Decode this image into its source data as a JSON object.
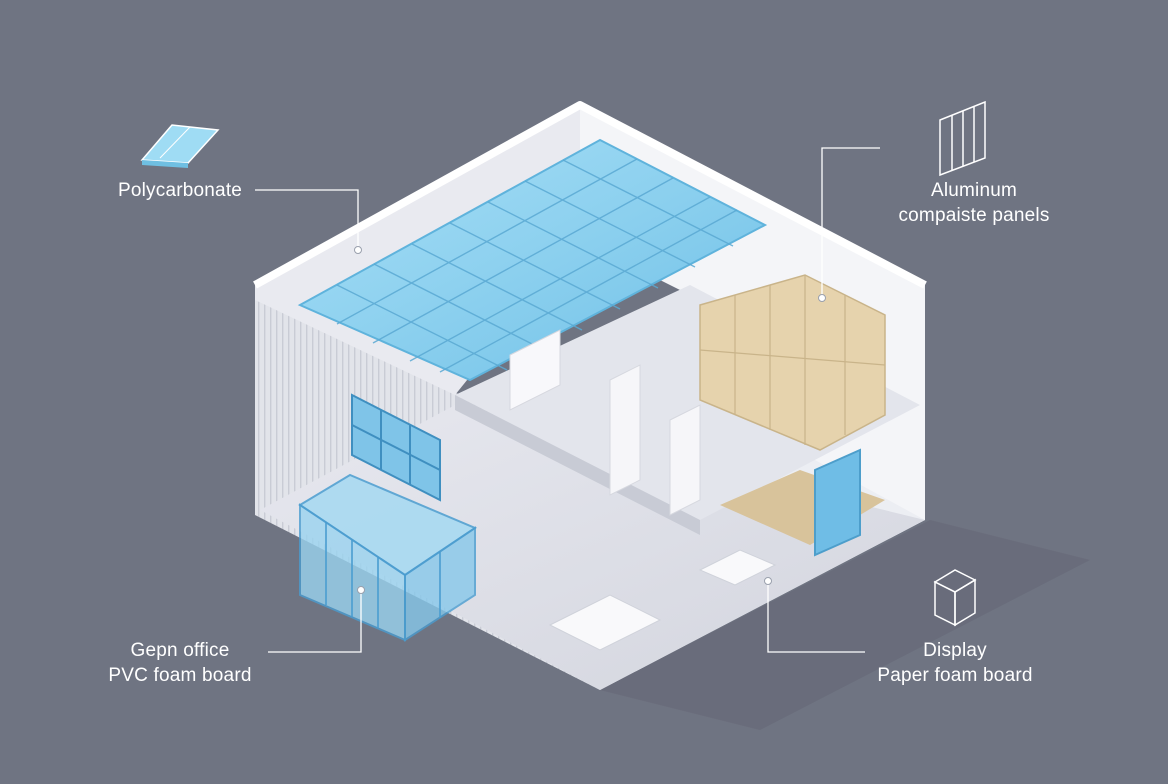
{
  "labels": {
    "polycarbonate": {
      "line1": "Polycarbonate",
      "icon": "polycarbonate-sheet-icon"
    },
    "aluminum": {
      "line1": "Aluminum",
      "line2": "compaiste panels",
      "icon": "aluminum-panels-icon"
    },
    "pvc": {
      "line1": "Gepn office",
      "line2": "PVC foam board",
      "icon": "pvc-pavilion"
    },
    "display": {
      "line1": "Display",
      "line2": "Paper foam board",
      "icon": "display-box-icon"
    }
  },
  "colors": {
    "background": "#6f7482",
    "glass": "#8fd0ee",
    "wall": "#f1f2f6",
    "wood": "#e4d0a8",
    "leader": "#ffffff"
  }
}
